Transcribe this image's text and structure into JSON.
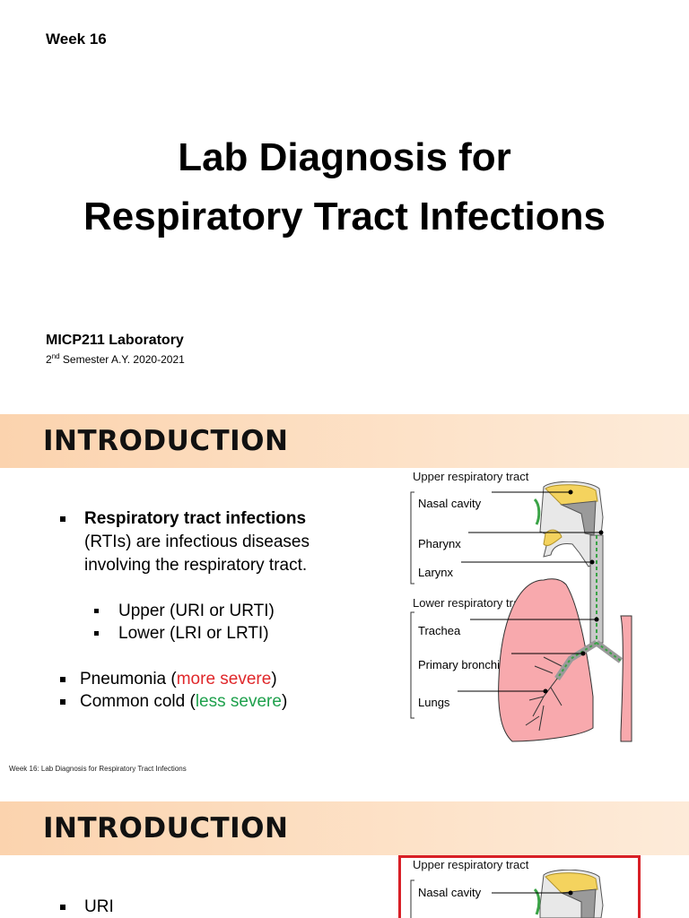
{
  "slide1": {
    "week": "Week 16",
    "title_line1": "Lab Diagnosis for",
    "title_line2": "Respiratory Tract Infections",
    "course": "MICP211 Laboratory",
    "semester_ordinal": "2",
    "semester_sup": "nd",
    "semester_rest": " Semester A.Y. 2020-2021"
  },
  "slide2": {
    "header": "INTRODUCTION",
    "bullet1_bold": "Respiratory tract infections",
    "bullet1_line2": "(RTIs) are infectious diseases",
    "bullet1_line3": "involving the respiratory tract.",
    "sub1": "Upper (URI or URTI)",
    "sub2": "Lower (LRI or LRTI)",
    "b2_pre": "Pneumonia (",
    "b2_colored": "more severe",
    "b2_post": ")",
    "b3_pre": "Common cold (",
    "b3_colored": "less severe",
    "b3_post": ")",
    "footer": "Week 16: Lab Diagnosis for Respiratory Tract Infections",
    "diagram": {
      "upper_heading": "Upper respiratory tract",
      "lower_heading": "Lower respiratory tract",
      "labels": {
        "nasal": "Nasal cavity",
        "pharynx": "Pharynx",
        "larynx": "Larynx",
        "trachea": "Trachea",
        "bronchi": "Primary bronchi",
        "lungs": "Lungs"
      }
    }
  },
  "slide3": {
    "header": "INTRODUCTION",
    "bullet1": "URI",
    "diagram": {
      "upper_heading": "Upper respiratory tract",
      "nasal": "Nasal cavity"
    }
  },
  "colors": {
    "severe": "#e0282b",
    "mild": "#1ea04c",
    "header_bar": "#fbd3ae",
    "lung": "#f8a9ad",
    "airway": "#c9c9c9",
    "bone": "#f4d35e",
    "mucosa_green": "#3aa346",
    "redbox": "#d82027"
  }
}
